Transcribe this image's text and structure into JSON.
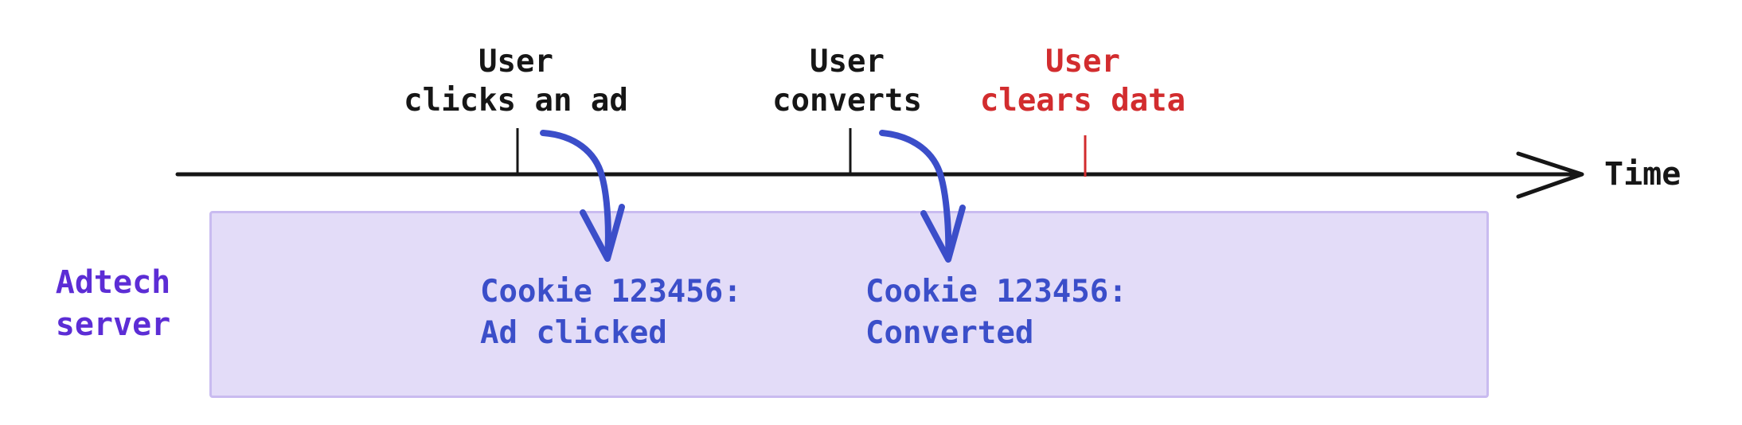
{
  "colors": {
    "text_black": "#161616",
    "alert_red": "#d22c2e",
    "cookie_blue": "#3b4ec9",
    "server_purple": "#5c2dd5",
    "box_fill": "#e3dcf8",
    "box_border": "#c9bbf0"
  },
  "timeline": {
    "axis_label": "Time",
    "events": [
      {
        "line1": "User",
        "line2": "clicks an ad",
        "status": "normal"
      },
      {
        "line1": "User",
        "line2": "converts",
        "status": "normal"
      },
      {
        "line1": "User",
        "line2": "clears data",
        "status": "alert"
      }
    ]
  },
  "adtech_server": {
    "label_line1": "Adtech",
    "label_line2": "server",
    "records": [
      {
        "line1": "Cookie 123456:",
        "line2": "Ad clicked"
      },
      {
        "line1": "Cookie 123456:",
        "line2": "Converted"
      }
    ]
  }
}
